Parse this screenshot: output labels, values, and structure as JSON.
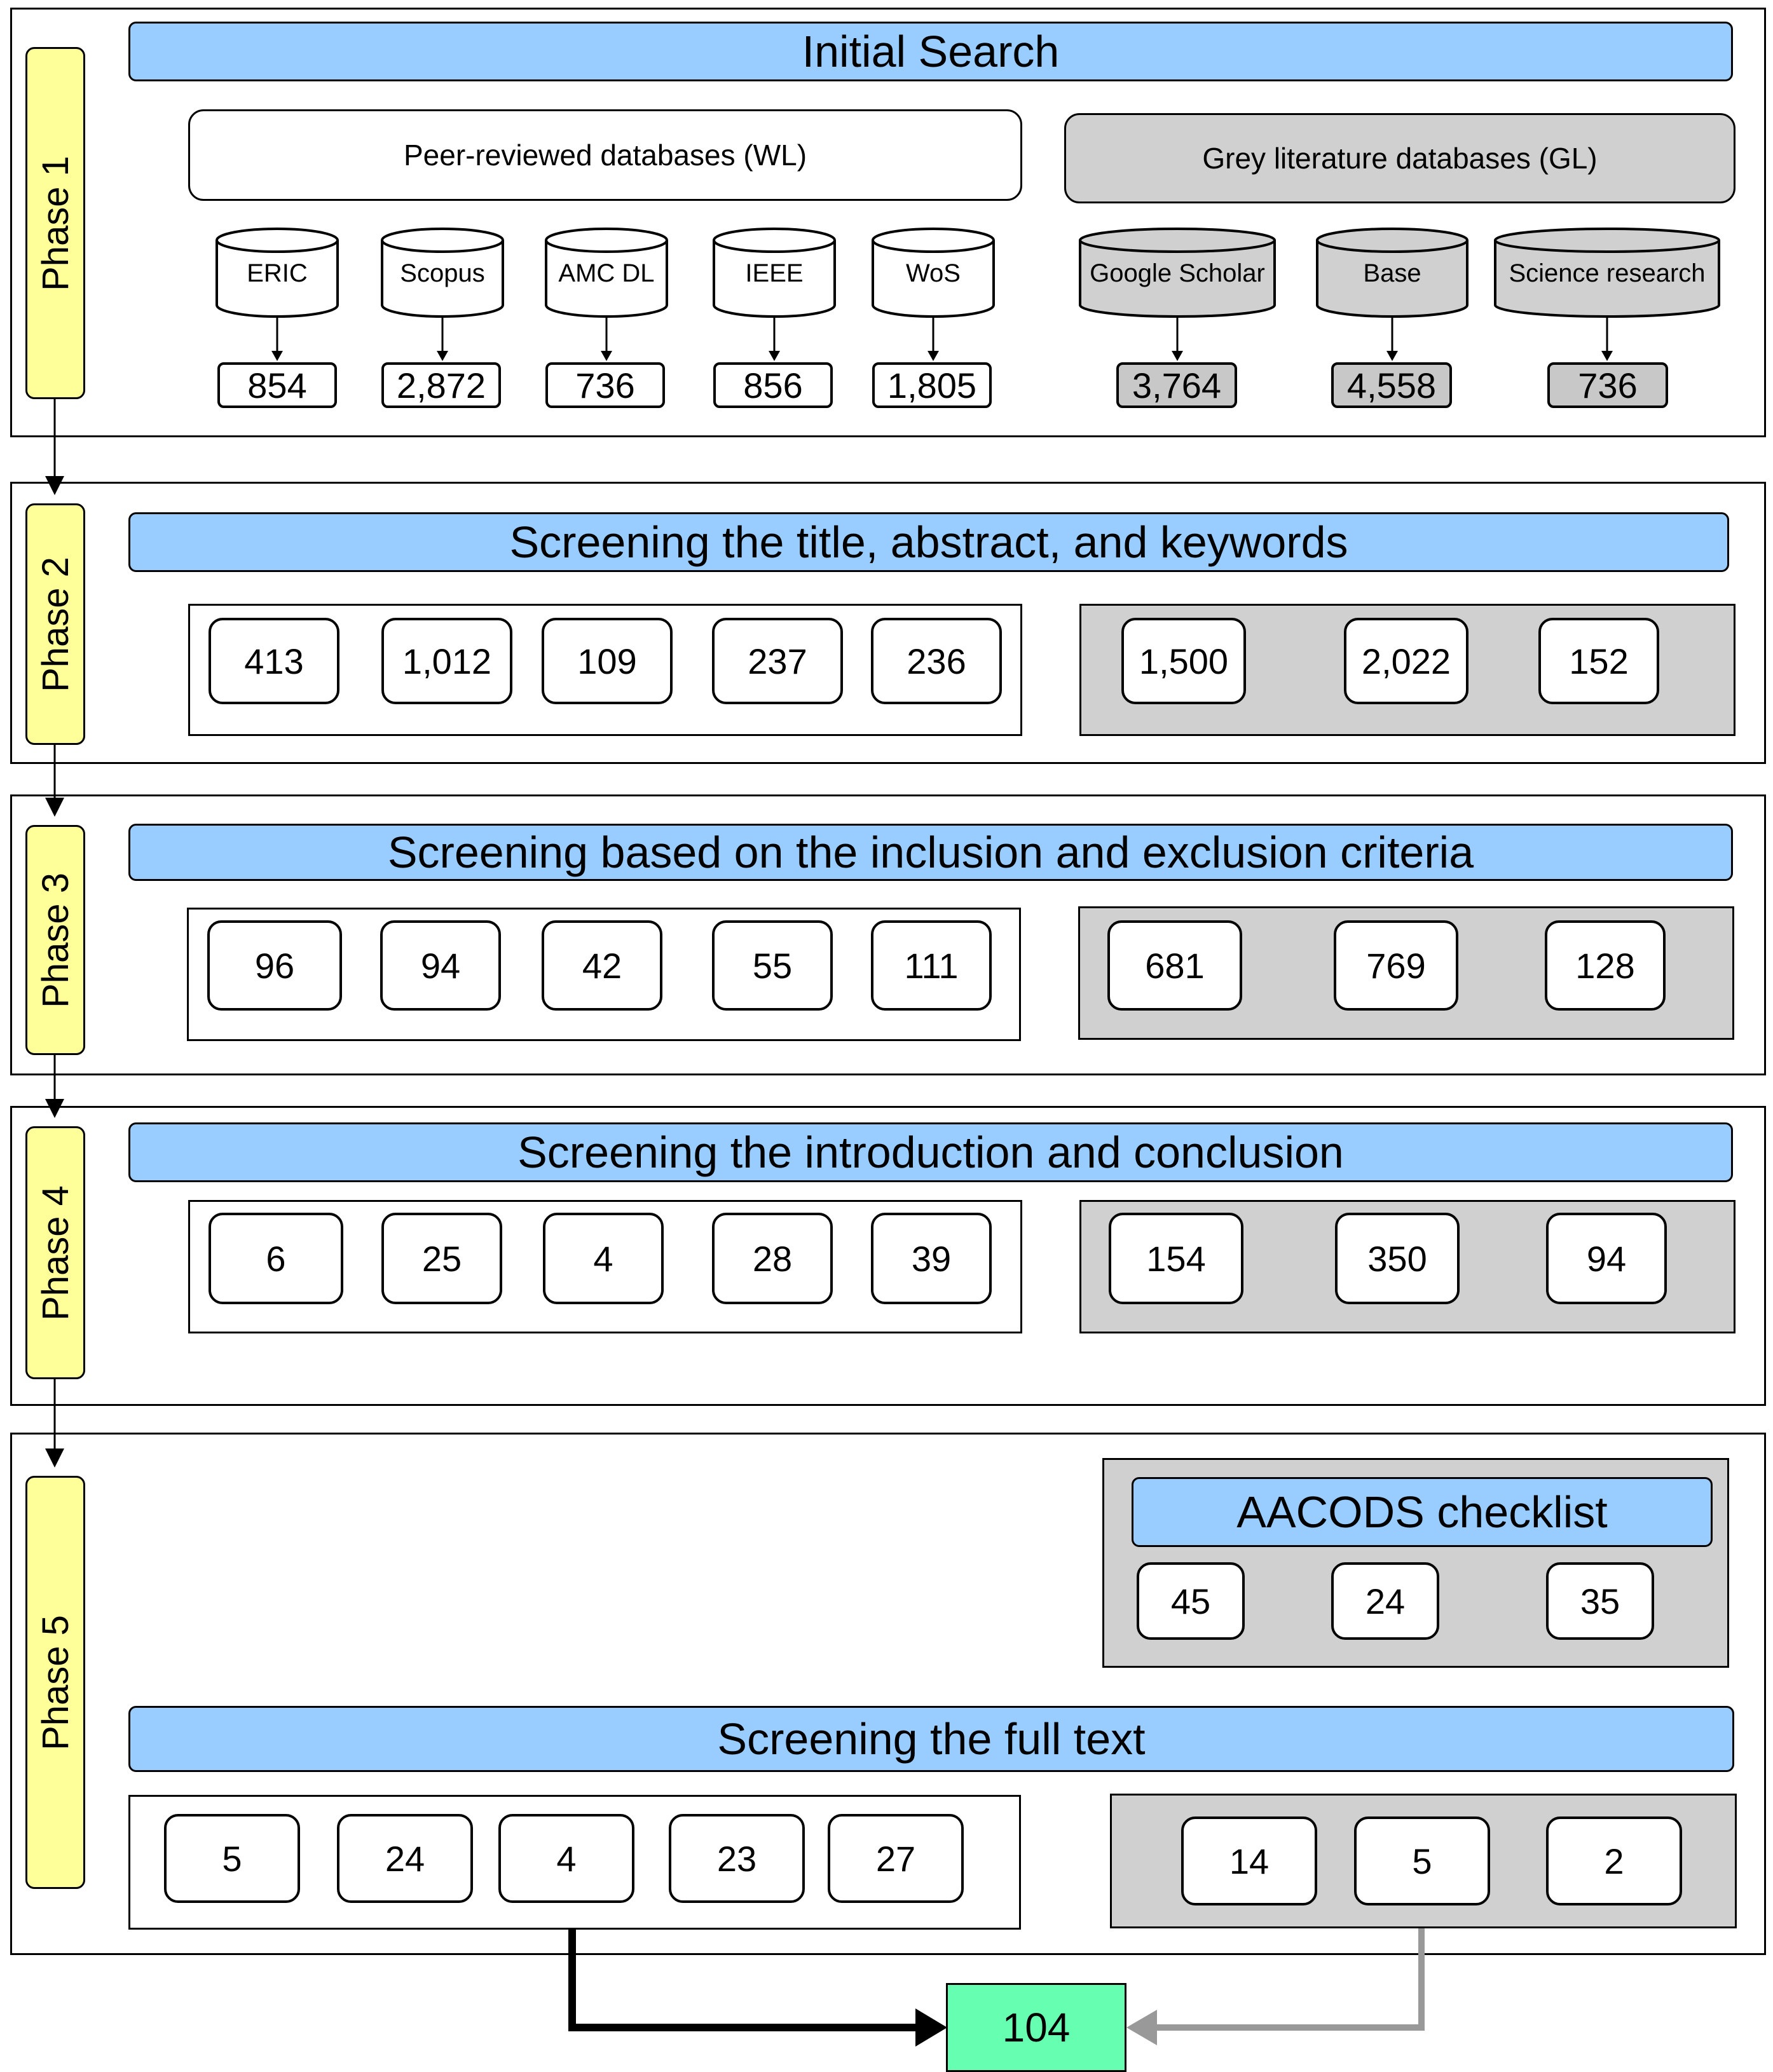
{
  "phases": [
    "Phase 1",
    "Phase 2",
    "Phase 3",
    "Phase 4",
    "Phase 5"
  ],
  "phase1": {
    "title": "Initial Search",
    "wl_header": "Peer-reviewed databases (WL)",
    "gl_header": "Grey literature databases (GL)",
    "wl_databases": [
      "ERIC",
      "Scopus",
      "AMC DL",
      "IEEE",
      "WoS"
    ],
    "wl_counts": [
      "854",
      "2,872",
      "736",
      "856",
      "1,805"
    ],
    "gl_databases": [
      "Google Scholar",
      "Base",
      "Science research"
    ],
    "gl_counts": [
      "3,764",
      "4,558",
      "736"
    ]
  },
  "phase2": {
    "title": "Screening the title, abstract, and keywords",
    "wl": [
      "413",
      "1,012",
      "109",
      "237",
      "236"
    ],
    "gl": [
      "1,500",
      "2,022",
      "152"
    ]
  },
  "phase3": {
    "title": "Screening based on the inclusion and exclusion criteria",
    "wl": [
      "96",
      "94",
      "42",
      "55",
      "111"
    ],
    "gl": [
      "681",
      "769",
      "128"
    ]
  },
  "phase4": {
    "title": "Screening the introduction and conclusion",
    "wl": [
      "6",
      "25",
      "4",
      "28",
      "39"
    ],
    "gl": [
      "154",
      "350",
      "94"
    ]
  },
  "phase5": {
    "aacods_title": "AACODS checklist",
    "aacods": [
      "45",
      "24",
      "35"
    ],
    "title": "Screening the full text",
    "wl": [
      "5",
      "24",
      "4",
      "23",
      "27"
    ],
    "gl": [
      "14",
      "5",
      "2"
    ]
  },
  "final_total": "104",
  "colors": {
    "phase_tab": "#ffff99",
    "banner": "#99ccff",
    "grey_group": "#d0d0d0",
    "final_box": "#66ffb2",
    "wl_arrow": "#000000",
    "gl_arrow": "#999999"
  }
}
